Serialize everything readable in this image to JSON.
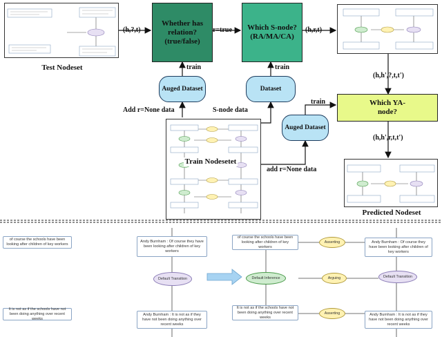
{
  "diagram": {
    "edges": {
      "test_to_relation": "(h,?,t)",
      "relation_to_snode": "r=true",
      "snode_to_out": "(h,r,t)",
      "out_to_ya": "(h,h',?,t,t')",
      "ya_to_predicted": "(h,h',r,t,t')",
      "train_1": "train",
      "train_2": "train",
      "train_3": "train",
      "add_none_1": "Add r=None data",
      "snode_data": "S-node data",
      "add_none_2": "add r=None data"
    },
    "nodes": {
      "relation": "Whether has relation? (true/false)",
      "snode": "Which S-node? (RA/MA/CA)",
      "ya": "Which YA-node?",
      "auged_dataset_1": "Auged Dataset",
      "dataset": "Dataset",
      "auged_dataset_2": "Auged Dataset"
    },
    "captions": {
      "test": "Test Nodeset",
      "train": "Train Nodesetet",
      "predicted": "Predicted Nodeset"
    },
    "colors": {
      "decision_green": "#2e8b66",
      "decision_teal": "#3cb38a",
      "decision_yellow": "#e8f98a",
      "pill_blue": "#b9e3f5",
      "arrow_blue": "#a7d3f2"
    }
  },
  "example": {
    "left_cards": [
      "of course the schools have been looking after children of key workers",
      "It is not as if the schools have not been doing anything over recent weeks"
    ],
    "mid_cards": [
      "Andy Burnham : Of course they have been looking after children of key workers",
      "Andy Burnham : It is not as if they have not been doing anything over recent weeks"
    ],
    "mid_node": "Default Transition",
    "right_cards_left": [
      "of course the schools have been looking after children of key workers",
      "It is not as if the schools have not been doing anything over recent weeks"
    ],
    "right_cards_right": [
      "Andy Burnham : Of course they have been looking after children of key workers",
      "Andy Burnham : It is not as if they have not been doing anything over recent weeks"
    ],
    "right_nodes": {
      "default_inference": "Default Inference",
      "arguing": "Arguing",
      "asserting_top": "Asserting",
      "asserting_bottom": "Asserting",
      "default_transition": "Default Transition"
    }
  }
}
